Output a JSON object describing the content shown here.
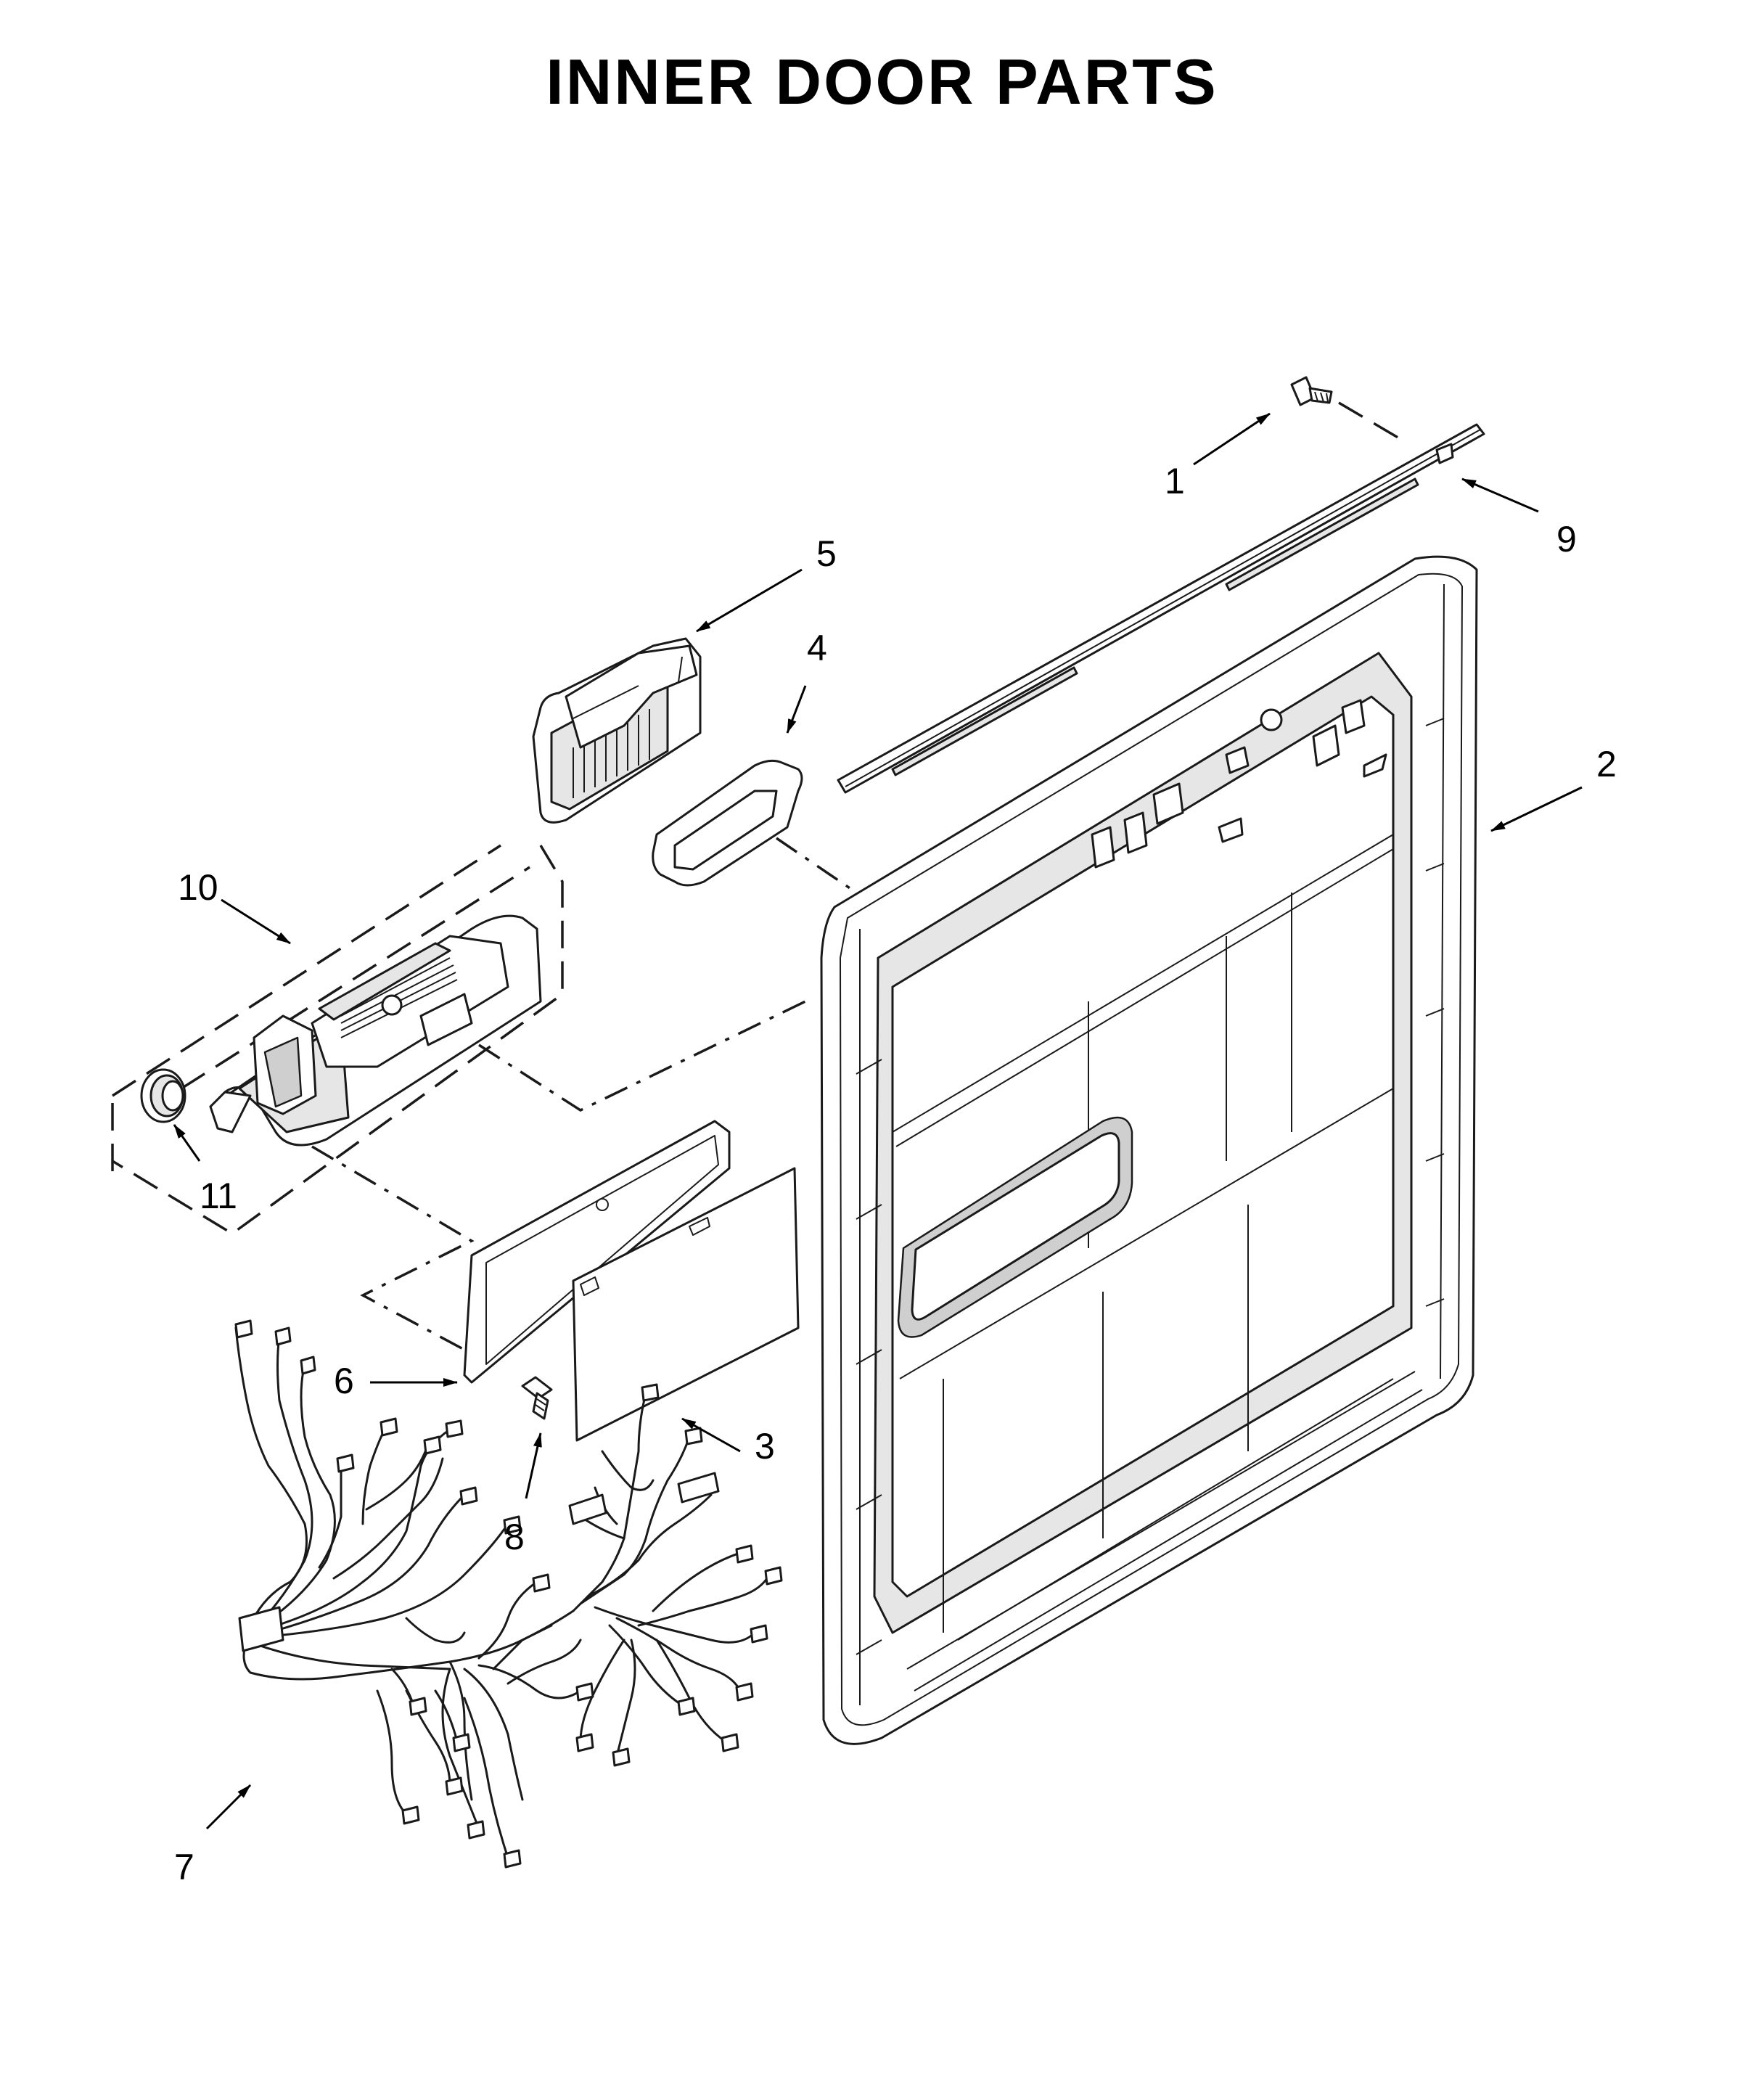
{
  "diagram": {
    "title": "INNER DOOR PARTS",
    "callouts": [
      {
        "id": "1",
        "label": "1"
      },
      {
        "id": "2",
        "label": "2"
      },
      {
        "id": "3",
        "label": "3"
      },
      {
        "id": "4",
        "label": "4"
      },
      {
        "id": "5",
        "label": "5"
      },
      {
        "id": "6",
        "label": "6"
      },
      {
        "id": "7",
        "label": "7"
      },
      {
        "id": "8",
        "label": "8"
      },
      {
        "id": "9",
        "label": "9"
      },
      {
        "id": "10",
        "label": "10"
      },
      {
        "id": "11",
        "label": "11"
      }
    ]
  }
}
